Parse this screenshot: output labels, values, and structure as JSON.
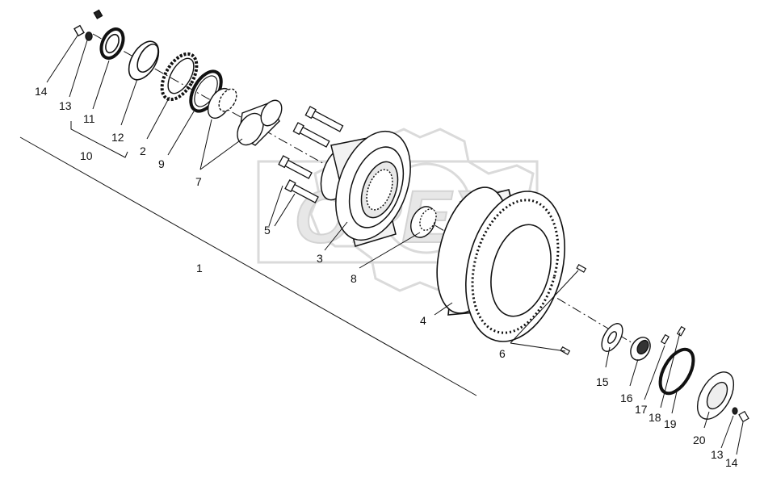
{
  "watermark": {
    "text": "OPEX",
    "color": "#c8c8c8"
  },
  "ink_color": "#111111",
  "callouts": {
    "n1": "1",
    "n2": "2",
    "n3": "3",
    "n4": "4",
    "n5": "5",
    "n6": "6",
    "n7": "7",
    "n8": "8",
    "n9": "9",
    "n10": "10",
    "n11": "11",
    "n12": "12",
    "n13a": "13",
    "n14a": "14",
    "n15": "15",
    "n16": "16",
    "n17": "17",
    "n18": "18",
    "n19": "19",
    "n20": "20",
    "n13b": "13",
    "n14b": "14"
  }
}
